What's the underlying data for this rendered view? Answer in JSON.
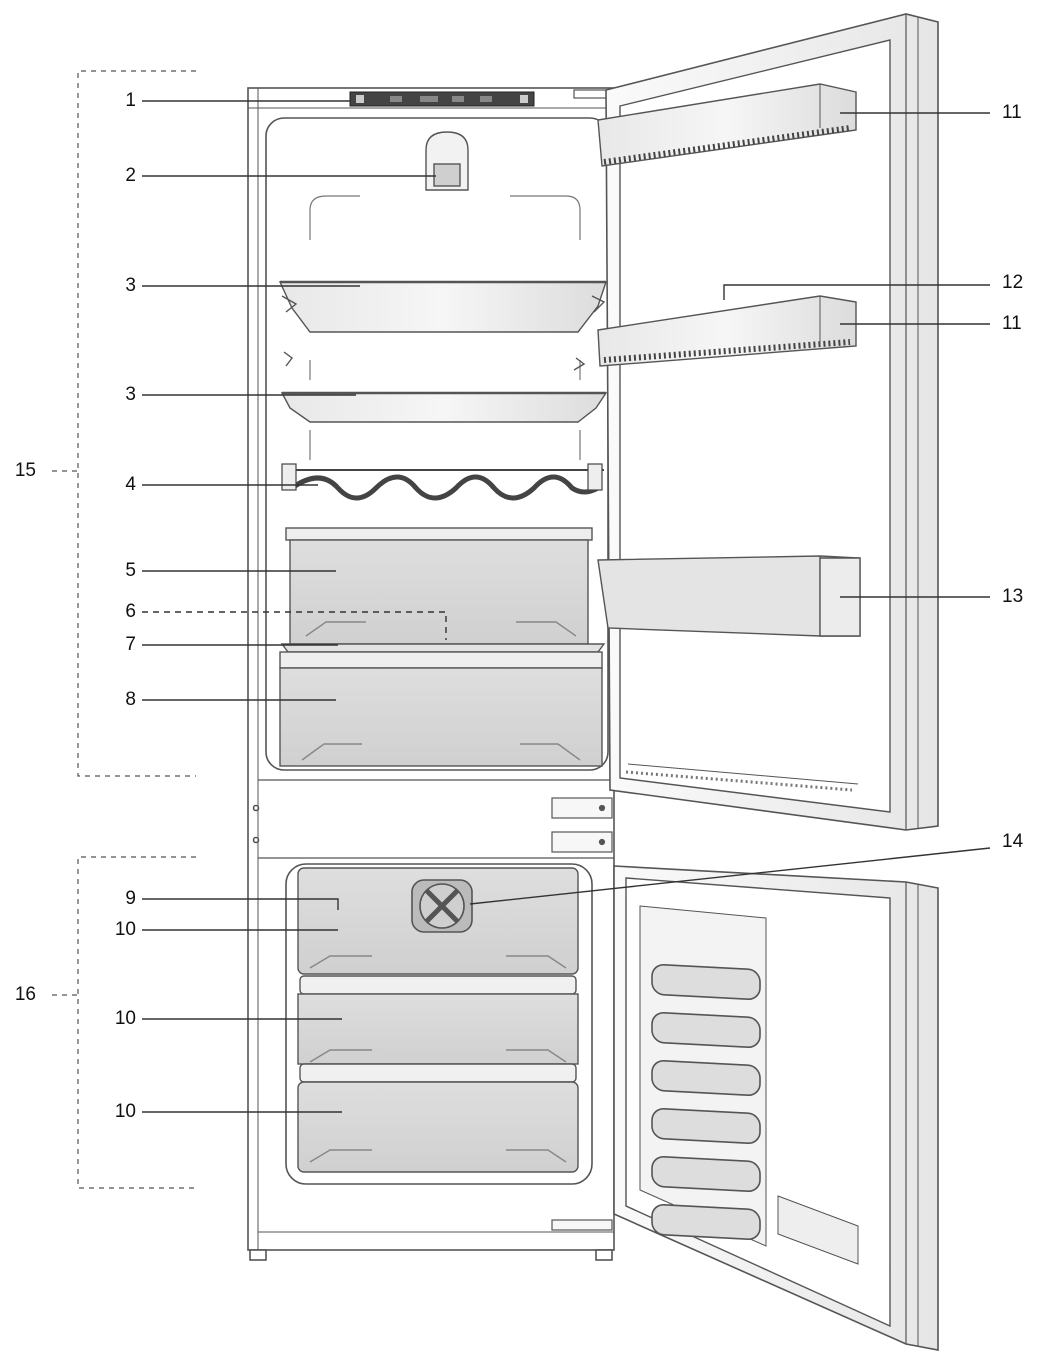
{
  "callouts": {
    "c1": "1",
    "c2": "2",
    "c3a": "3",
    "c3b": "3",
    "c4": "4",
    "c5": "5",
    "c6": "6",
    "c7": "7",
    "c8": "8",
    "c9": "9",
    "c10a": "10",
    "c10b": "10",
    "c10c": "10",
    "c11a": "11",
    "c12": "12",
    "c11b": "11",
    "c13": "13",
    "c14": "14",
    "c15": "15",
    "c16": "16"
  },
  "colors": {
    "line": "#333333",
    "outline": "#555555",
    "part_fill": "#d9d9d9",
    "part_fill_light": "#ececec",
    "door_fill": "#f4f4f4",
    "background": "#ffffff"
  }
}
